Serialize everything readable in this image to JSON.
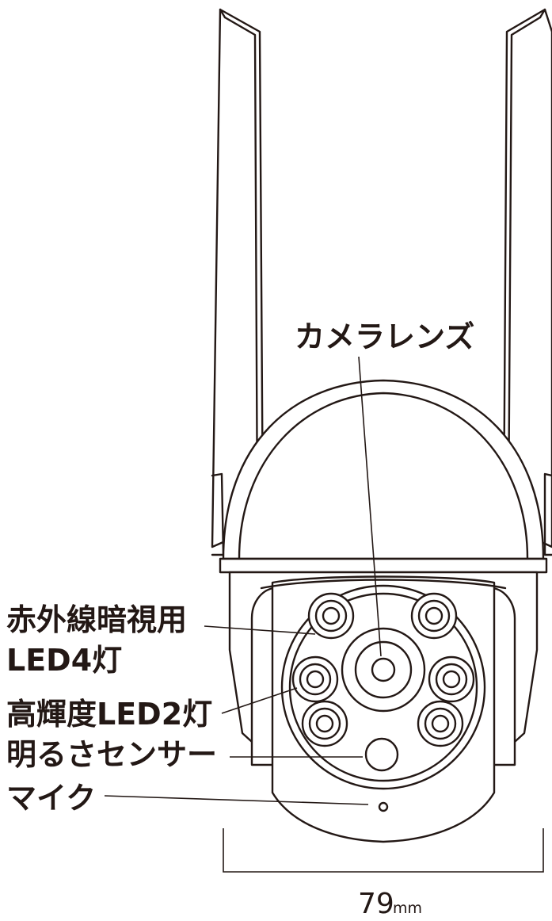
{
  "labels": {
    "camera_lens": "カメラレンズ",
    "ir_led_line1": "赤外線暗視用",
    "ir_led_line2": "LED4灯",
    "bright_led": "高輝度LED2灯",
    "light_sensor": "明るさセンサー",
    "microphone": "マイク"
  },
  "dimension": {
    "value": "79",
    "unit": "mm"
  }
}
